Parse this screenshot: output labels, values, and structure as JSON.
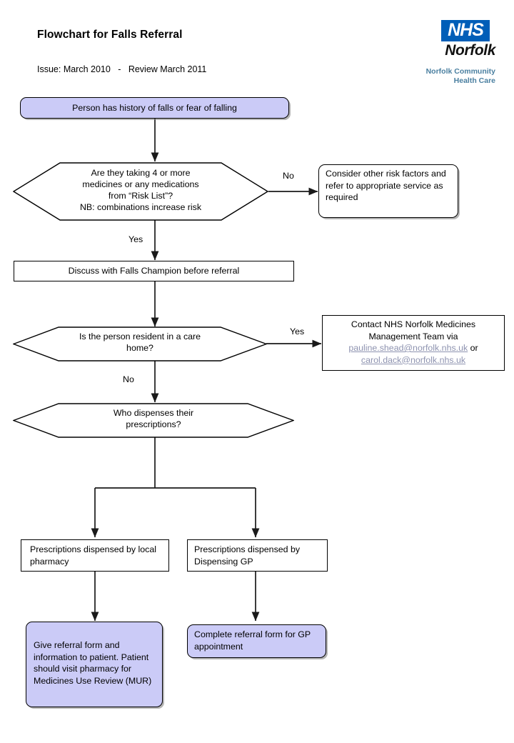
{
  "header": {
    "title": "Flowchart for Falls Referral",
    "issue": "Issue: March 2010   -   Review March 2011"
  },
  "logo": {
    "badge": "NHS",
    "region": "Norfolk",
    "strapline_line1": "Norfolk Community",
    "strapline_line2": "Health Care",
    "badge_color": "#005EB8",
    "strapline_color": "#4A7FA0"
  },
  "palette": {
    "purple_fill": "#CBCBF7",
    "white_fill": "#FFFFFF",
    "stroke": "#000000",
    "link_color": "#8E93B0"
  },
  "nodes": {
    "start": "Person has history of falls or fear of falling",
    "decision_meds_line1": "Are they taking 4 or more",
    "decision_meds_line2": "medicines or any medications",
    "decision_meds_line3": "from “Risk List”?",
    "decision_meds_line4": "NB: combinations increase risk",
    "other_risk": "Consider other risk factors and refer to appropriate service as required",
    "discuss_champion": "Discuss with Falls Champion before referral",
    "decision_care_line1": "Is the person resident in a care",
    "decision_care_line2": "home?",
    "contact_line1": "Contact NHS Norfolk Medicines",
    "contact_line2": "Management Team via",
    "contact_email1": "pauline.shead@norfolk.nhs.uk",
    "contact_or": " or",
    "contact_email2": "carol.dack@norfolk.nhs.uk",
    "decision_dispense_line1": "Who dispenses their",
    "decision_dispense_line2": "prescriptions?",
    "local_pharmacy": "Prescriptions dispensed by local pharmacy",
    "dispensing_gp": "Prescriptions dispensed by Dispensing GP",
    "give_referral": "Give referral form and information to patient. Patient should visit pharmacy for Medicines Use Review (MUR)",
    "complete_referral": "Complete referral form for GP appointment"
  },
  "edges": {
    "meds_no": "No",
    "meds_yes": "Yes",
    "care_yes": "Yes",
    "care_no": "No"
  }
}
